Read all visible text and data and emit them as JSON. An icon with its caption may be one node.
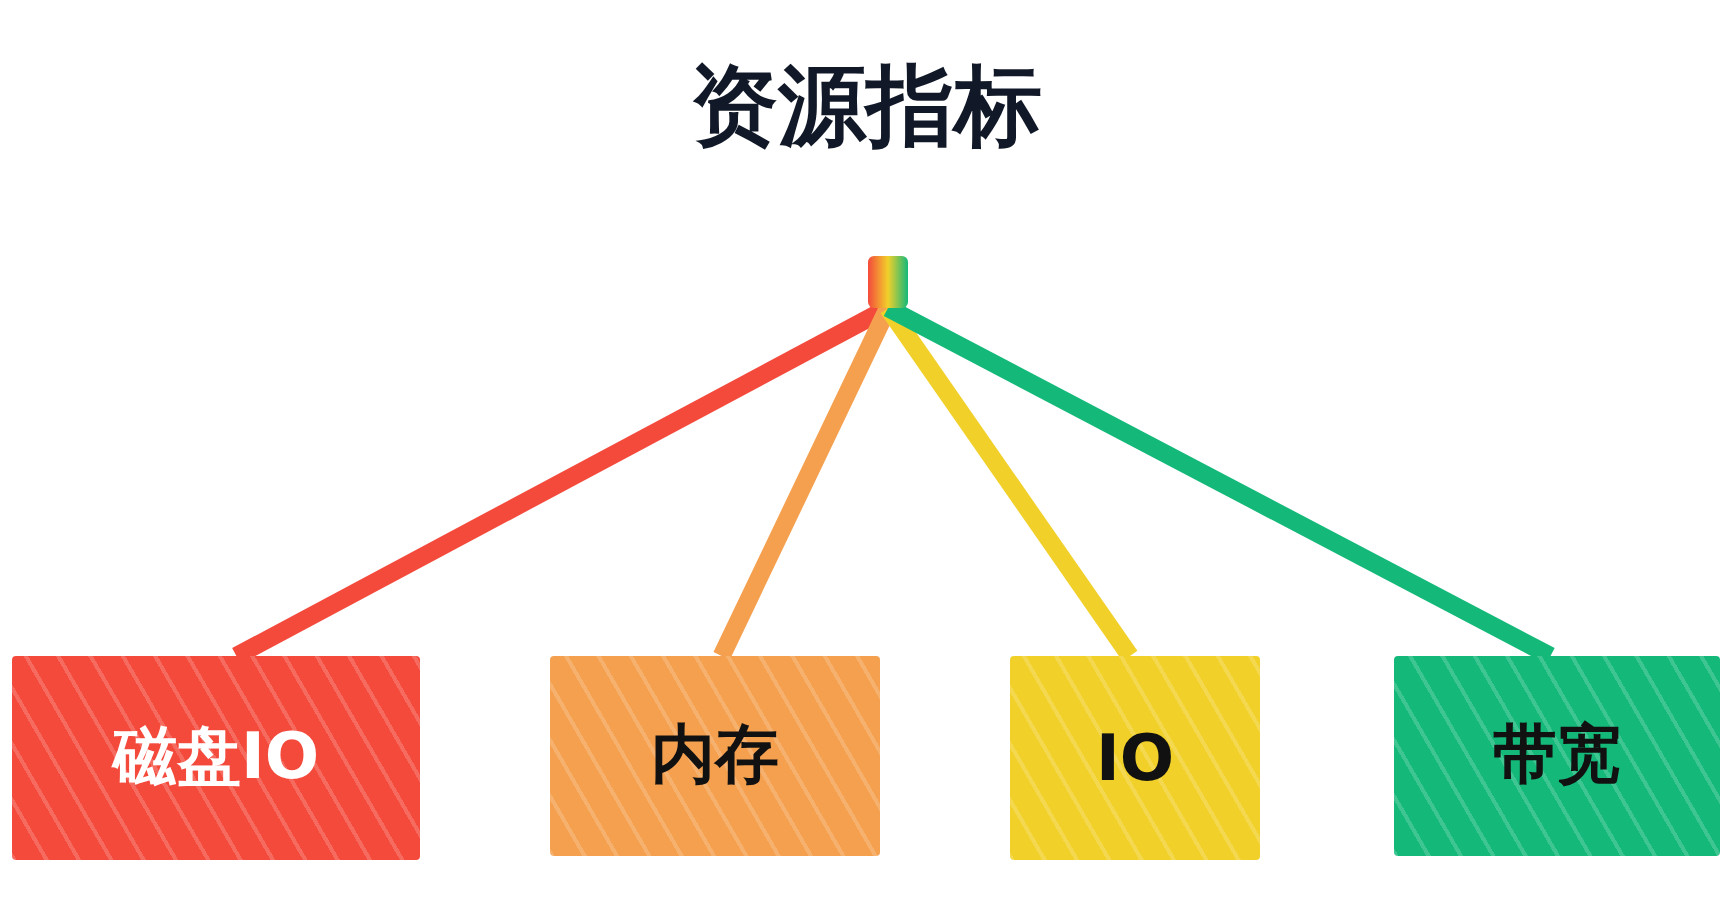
{
  "diagram": {
    "title": "资源指标",
    "nodes": [
      {
        "text": [],
        "shape": "box"
      },
      {
        "text": [
          "磁盘IO"
        ]
      },
      {
        "text": [
          "内存"
        ]
      },
      {
        "text": [
          "IO"
        ]
      },
      {
        "text": [
          "带宽"
        ]
      }
    ],
    "edges": [
      {
        "from": 0,
        "to": 1,
        "arrow": "none",
        "color": "#f44a3c"
      },
      {
        "from": 0,
        "to": 2,
        "arrow": "none",
        "color": "#f5a04e"
      },
      {
        "from": 0,
        "to": 3,
        "arrow": "none",
        "color": "#f1d02a"
      },
      {
        "from": 0,
        "to": 4,
        "arrow": "none",
        "color": "#14b97a"
      }
    ]
  }
}
